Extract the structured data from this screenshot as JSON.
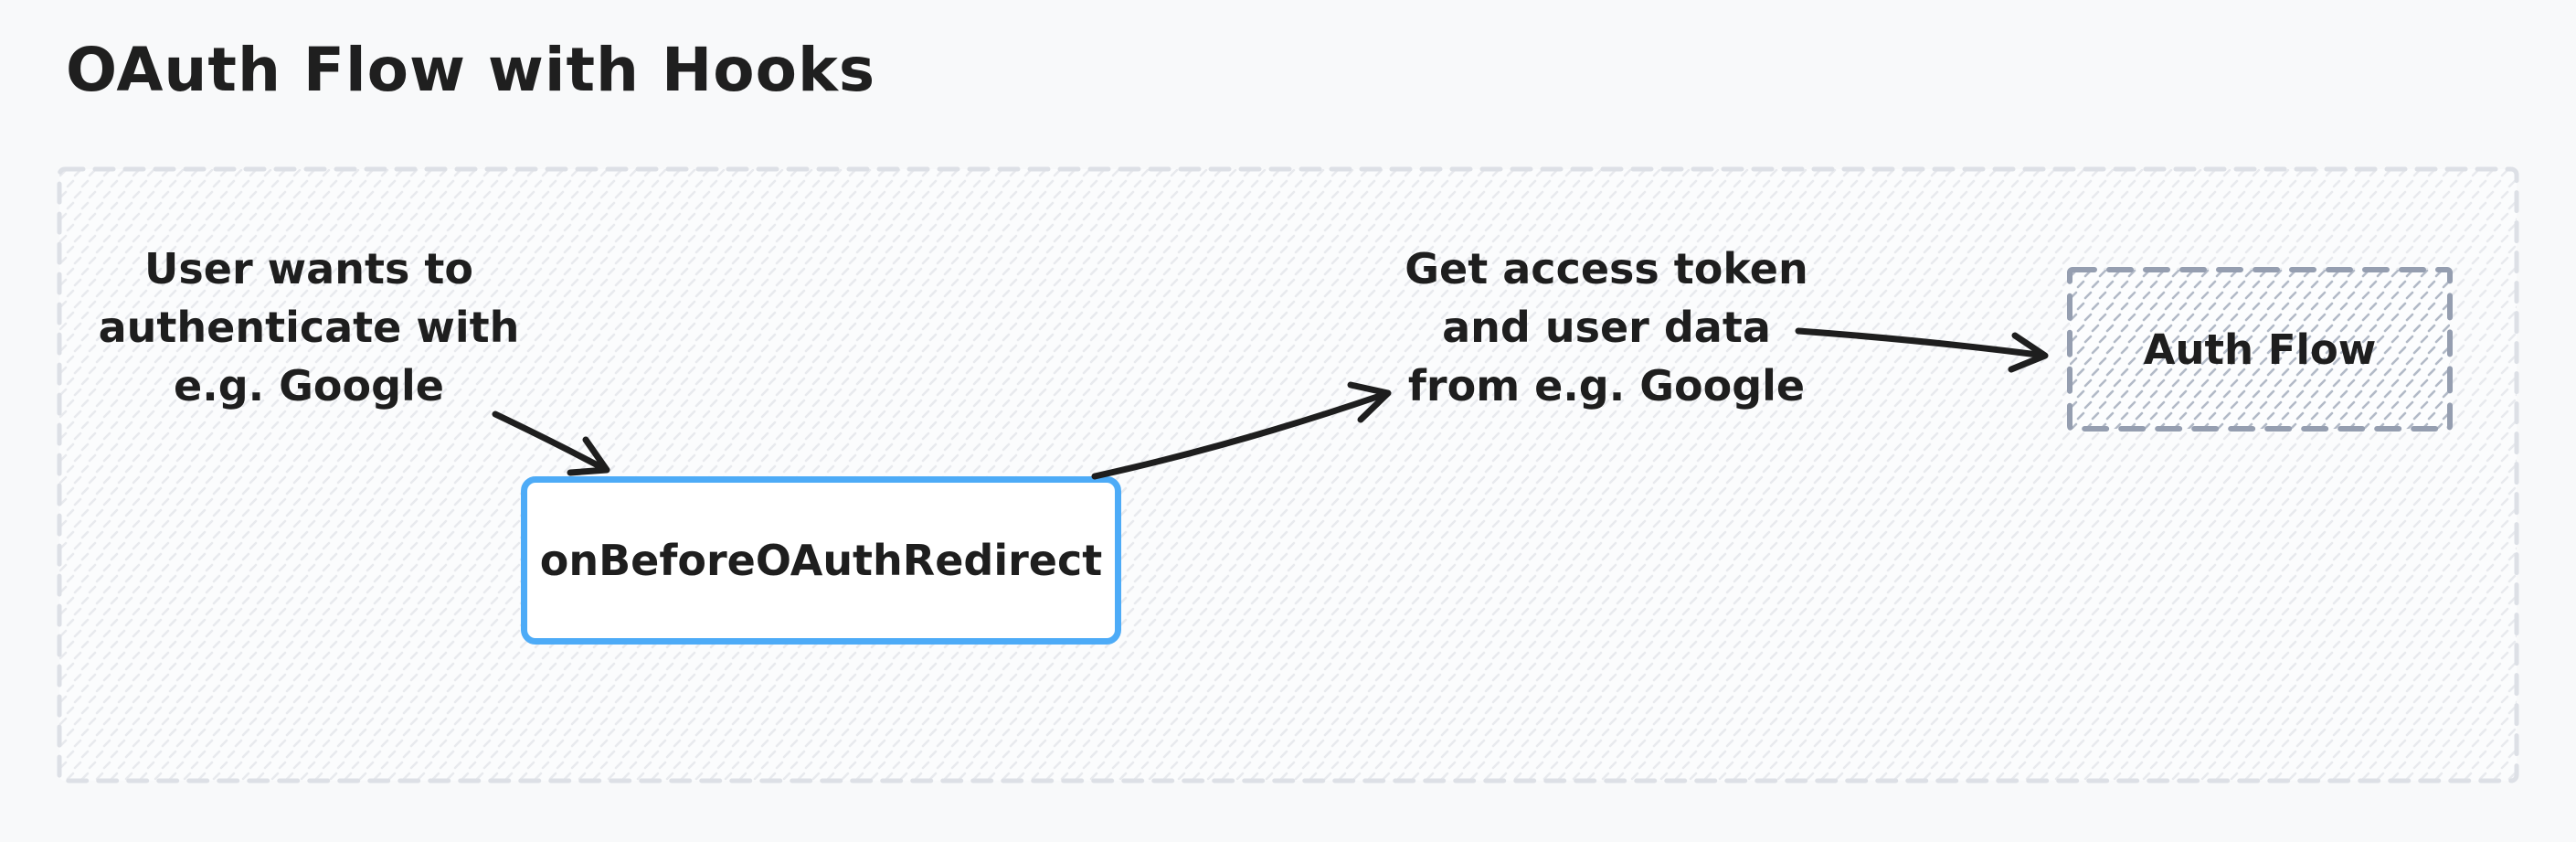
{
  "title": "OAuth Flow with Hooks",
  "frame": {
    "role": "diagram container"
  },
  "notes": {
    "left": {
      "lines": [
        "User wants to",
        "authenticate with",
        "e.g. Google"
      ]
    },
    "right": {
      "lines": [
        "Get access token",
        "and user data",
        "from e.g. Google"
      ]
    }
  },
  "nodes": {
    "hook": {
      "label": "onBeforeOAuthRedirect"
    },
    "auth_flow": {
      "label": "Auth Flow"
    }
  },
  "arrows": [
    {
      "from": "left-note",
      "to": "hook-node"
    },
    {
      "from": "hook-node",
      "to": "right-note"
    },
    {
      "from": "right-note",
      "to": "auth-flow-node"
    }
  ],
  "colors": {
    "page_background": "#f8f9fa",
    "ink": "#1e1e1e",
    "hook_accent_blue": "#4dabf7",
    "frame_dash": "#dde0e6",
    "frame_hatch": "#e8eaee",
    "auth_dash": "#959eb0",
    "auth_hatch": "#b2bac7"
  }
}
